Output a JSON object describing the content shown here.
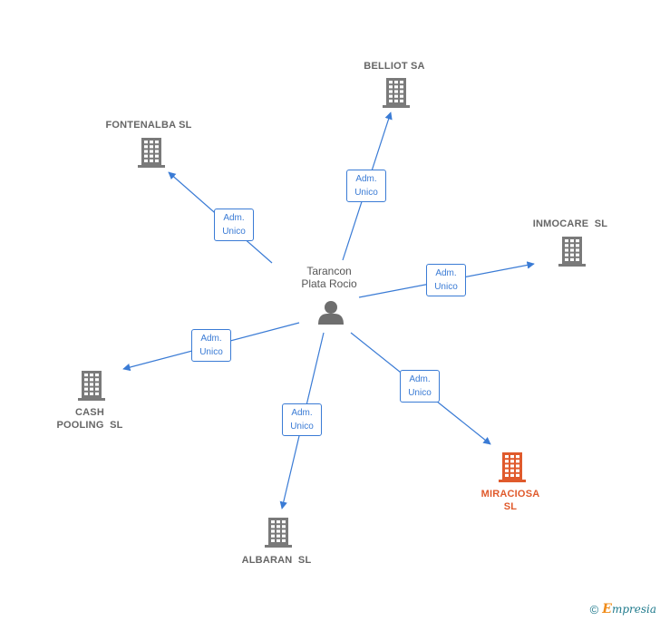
{
  "center": {
    "label_line1": "Tarancon",
    "label_line2": "Plata Rocio"
  },
  "nodes": [
    {
      "id": "belliot",
      "label": "BELLIOT SA",
      "highlight": false
    },
    {
      "id": "fontenalba",
      "label": "FONTENALBA SL",
      "highlight": false
    },
    {
      "id": "inmocare",
      "label": "INMOCARE  SL",
      "highlight": false
    },
    {
      "id": "cash",
      "label": "CASH\nPOOLING  SL",
      "highlight": false
    },
    {
      "id": "albaran",
      "label": "ALBARAN  SL",
      "highlight": false
    },
    {
      "id": "miraciosa",
      "label": "MIRACIOSA\nSL",
      "highlight": true
    }
  ],
  "edges": [
    {
      "to": "belliot",
      "line1": "Adm.",
      "line2": "Unico"
    },
    {
      "to": "fontenalba",
      "line1": "Adm.",
      "line2": "Unico"
    },
    {
      "to": "inmocare",
      "line1": "Adm.",
      "line2": "Unico"
    },
    {
      "to": "cash",
      "line1": "Adm.",
      "line2": "Unico"
    },
    {
      "to": "albaran",
      "line1": "Adm.",
      "line2": "Unico"
    },
    {
      "to": "miraciosa",
      "line1": "Adm.",
      "line2": "Unico"
    }
  ],
  "colors": {
    "edge": "#3a7bd5",
    "building": "#7a7a7a",
    "highlight": "#e05a2c",
    "person": "#6e6e6e"
  },
  "footer": {
    "copyright": "©",
    "brand_initial": "E",
    "brand_rest": "mpresia"
  }
}
